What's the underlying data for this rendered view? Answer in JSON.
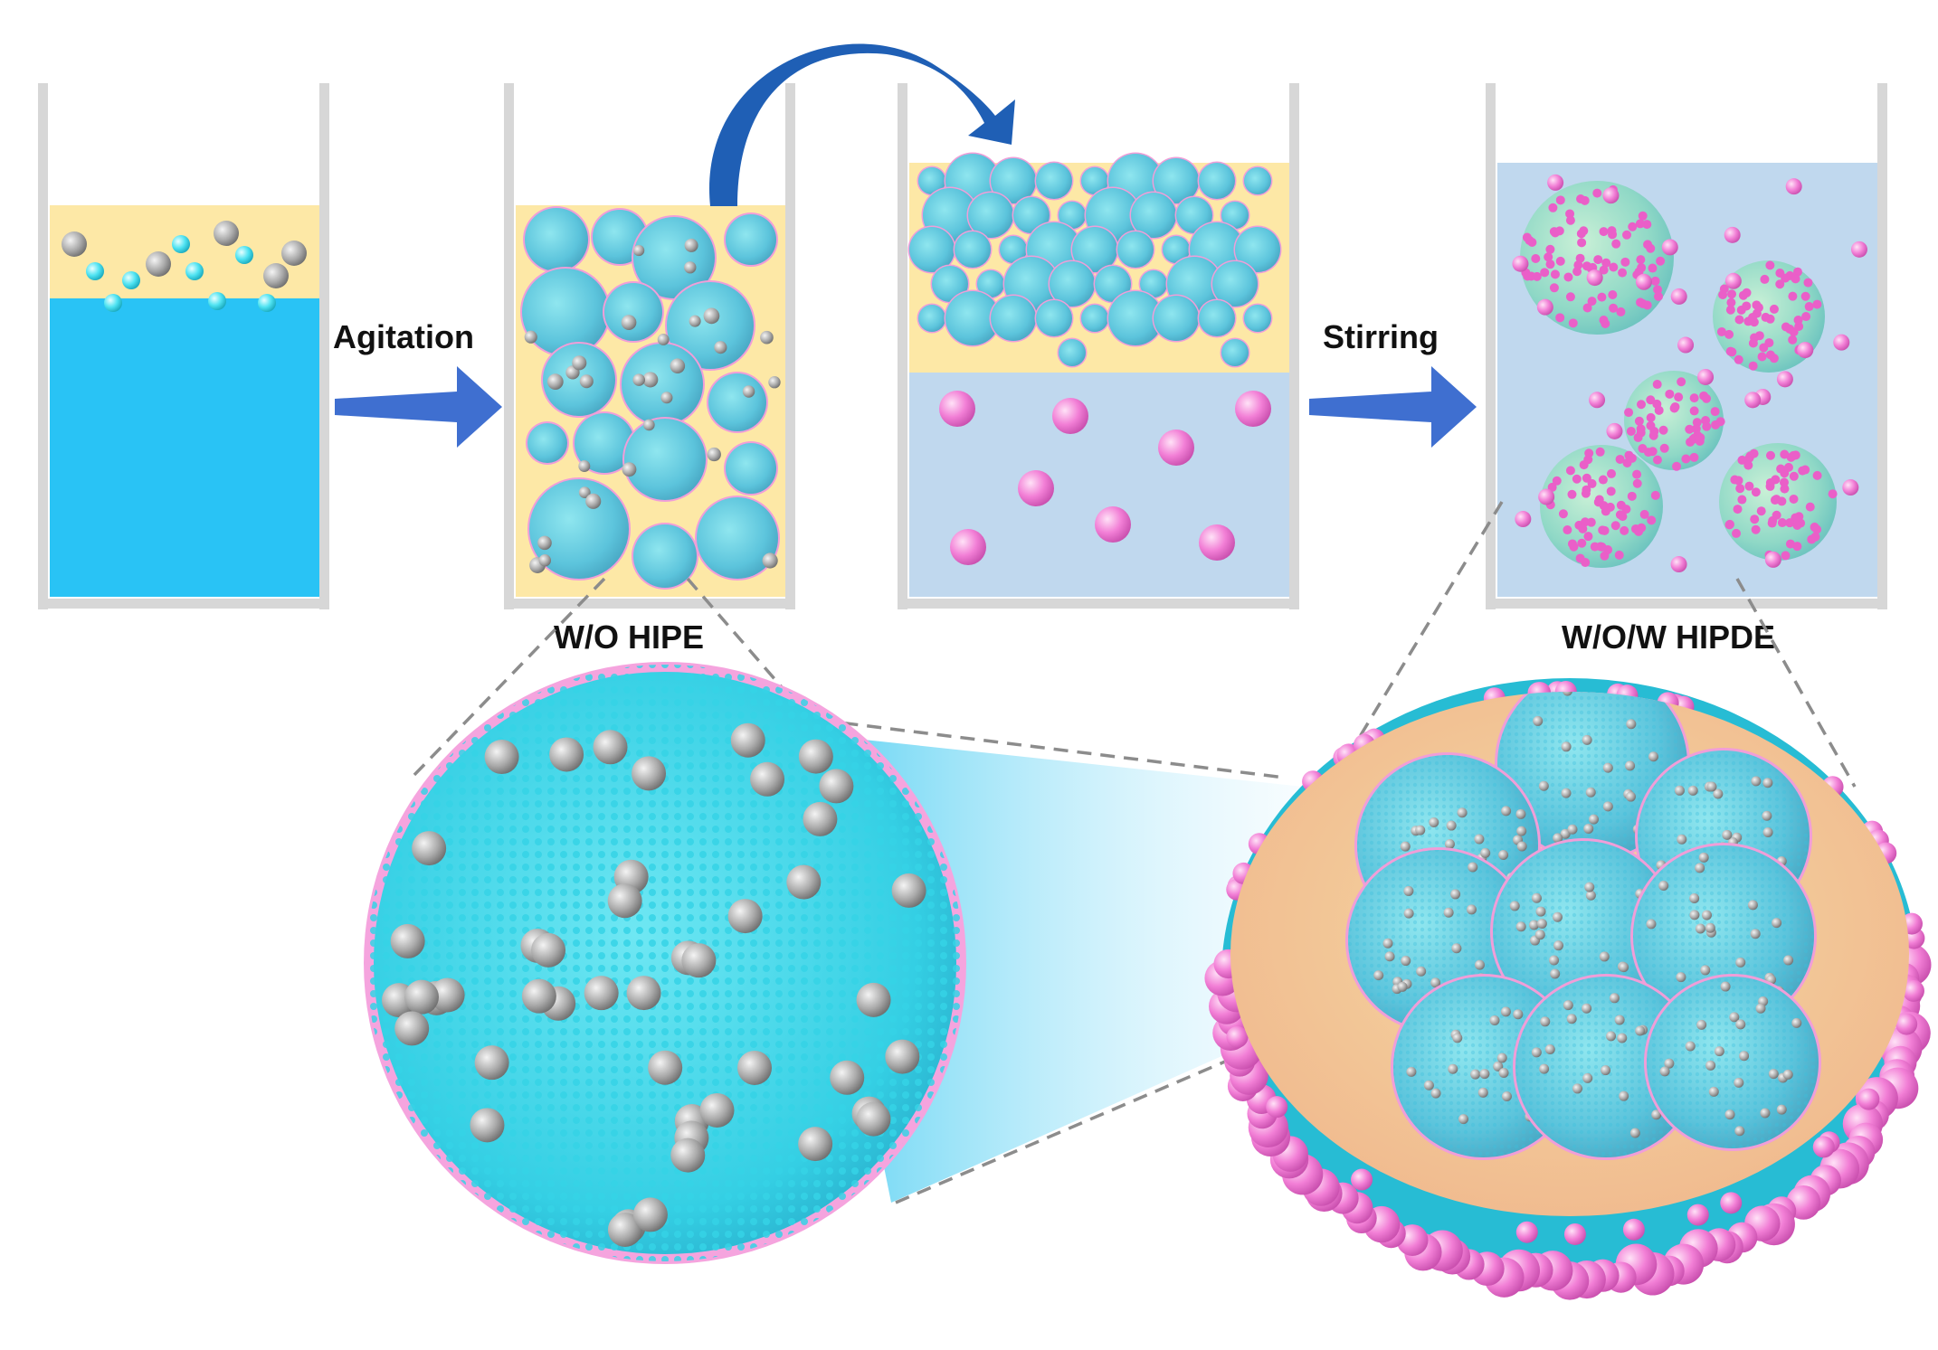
{
  "labels": {
    "step1_arrow": "Agitation",
    "step2_arrow": "Stirring",
    "hipe": "W/O HIPE",
    "hipde": "W/O/W HIPDE"
  },
  "colors": {
    "water": "#29c3f5",
    "oil": "#fde8a6",
    "outer_water": "#c0d8ee",
    "droplet": "#5cc4dc",
    "shell": "#f09ed8",
    "particle_gray": "#a9a9a9",
    "particle_pink": "#f27fd6",
    "arrow": "#3f6fd0",
    "curved_arrow": "#1f5fb5",
    "beaker": "#d7d7d7"
  },
  "icons": [
    "arrow-right-icon",
    "curved-arrow-icon"
  ]
}
